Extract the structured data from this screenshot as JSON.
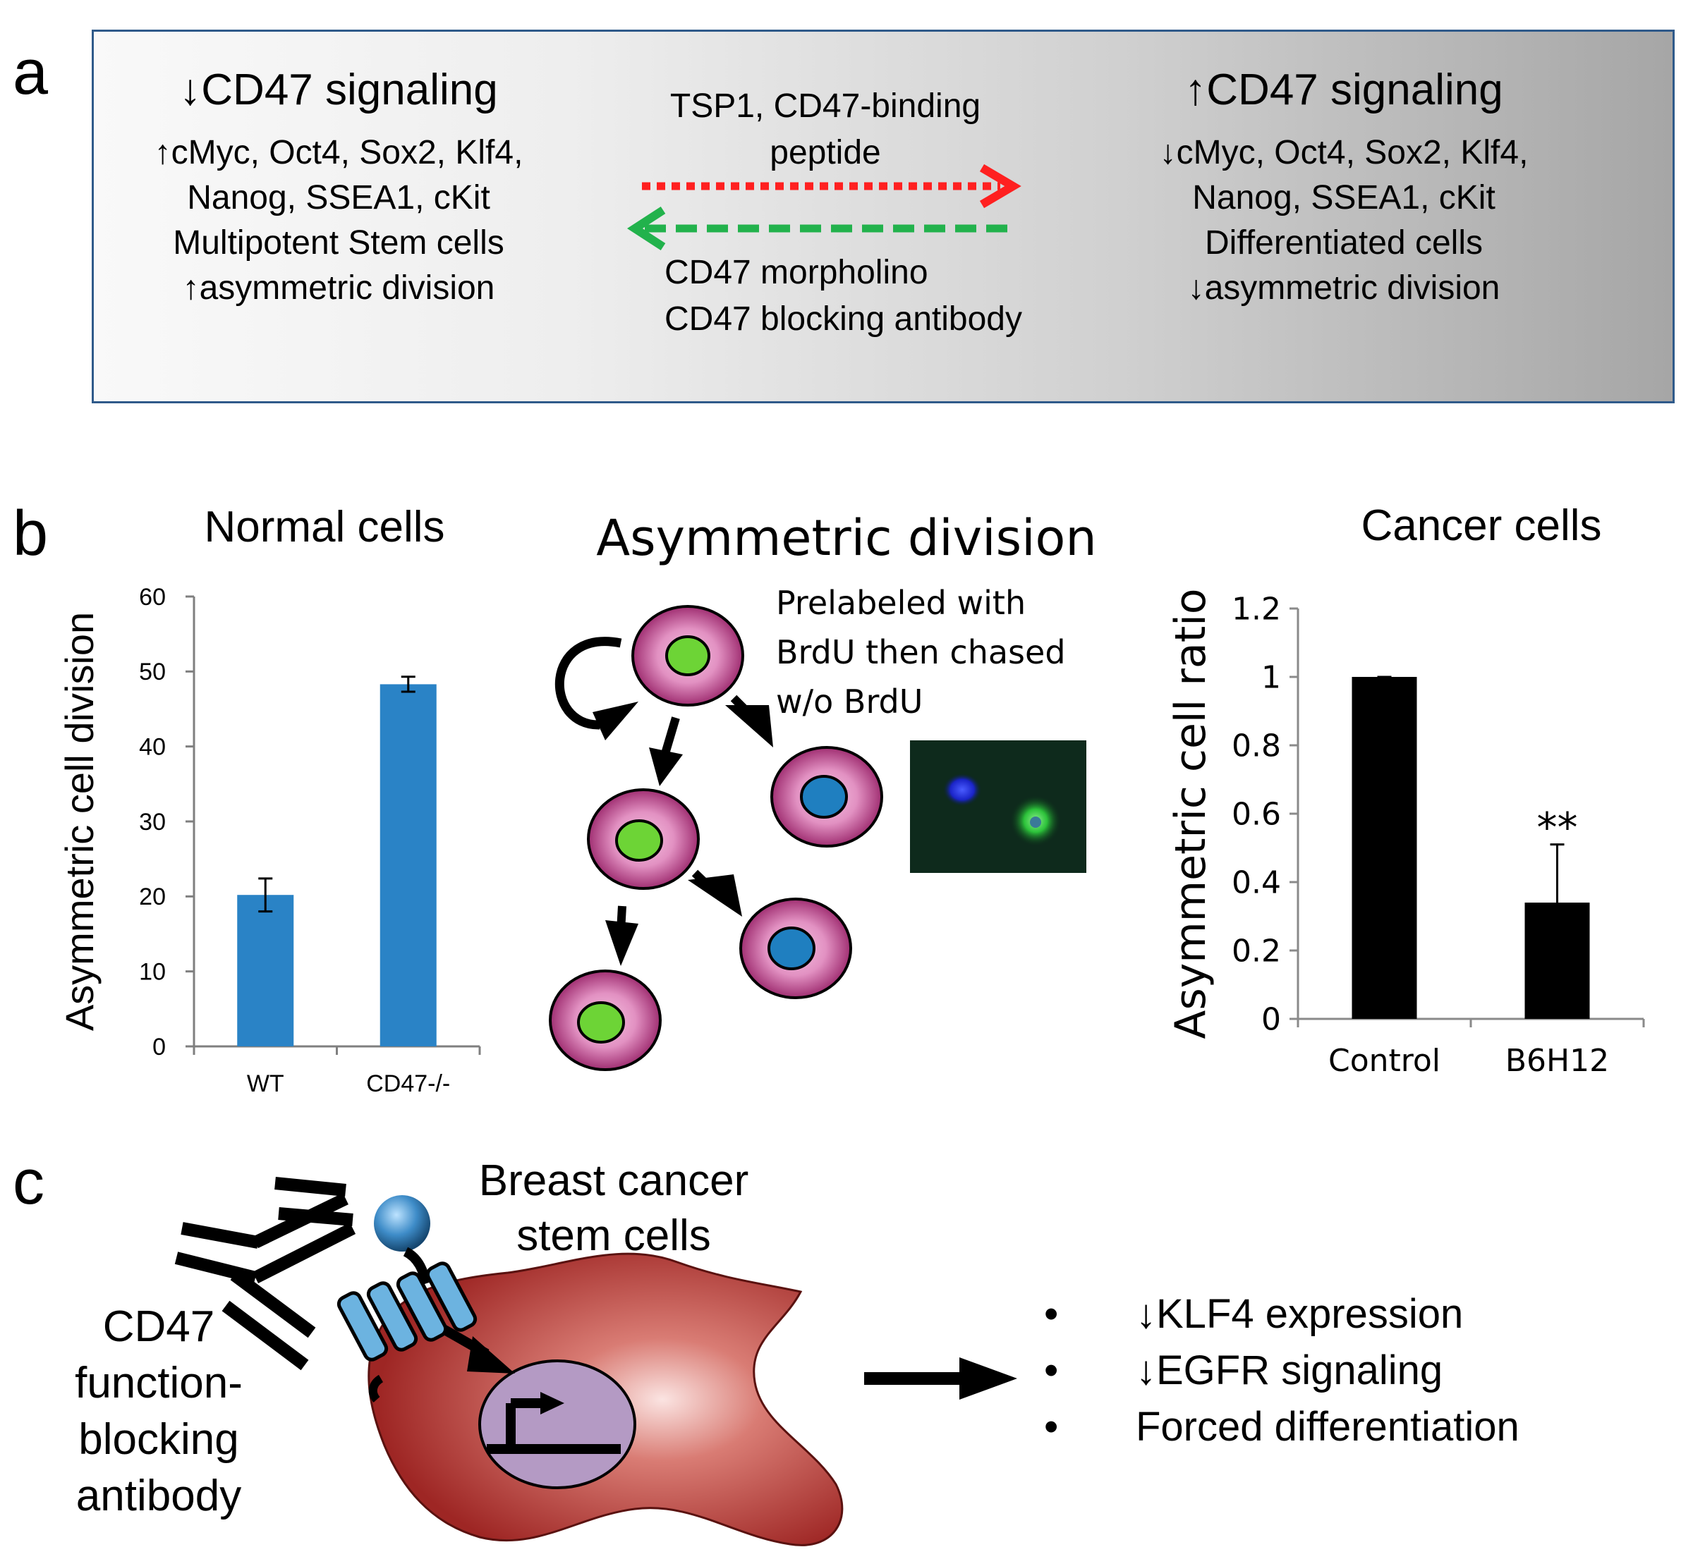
{
  "panel_a": {
    "letter": "a",
    "left": {
      "title": "↓CD47 signaling",
      "lines": [
        "↑cMyc, Oct4, Sox2, Klf4,",
        "Nanog, SSEA1, cKit",
        "Multipotent  Stem cells",
        "↑asymmetric division"
      ]
    },
    "right": {
      "title": "↑CD47 signaling",
      "lines": [
        "↓cMyc, Oct4, Sox2, Klf4,",
        "Nanog, SSEA1, cKit",
        "Differentiated cells",
        "↓asymmetric division"
      ]
    },
    "top_label": [
      "TSP1, CD47-binding",
      "peptide"
    ],
    "bottom_label": [
      "CD47 morpholino",
      "CD47 blocking  antibody"
    ],
    "colors": {
      "red_arrow": "#ff2020",
      "green_arrow": "#22b24c",
      "box_border": "#2f5a8a"
    }
  },
  "panel_b": {
    "letter": "b",
    "diagram_title": "Asymmetric division",
    "diagram_note": [
      "Prelabeled with",
      "BrdU then chased",
      "w/o BrdU"
    ],
    "colors": {
      "cell_outer": "#b0357e",
      "cell_inner": "#e591c2",
      "green_nucleus": "#6dd436",
      "blue_nucleus": "#1f7fc0"
    }
  },
  "chart_data": [
    {
      "type": "bar",
      "title": "Normal cells",
      "ylabel": "Asymmetric cell division",
      "categories": [
        "WT",
        "CD47-/-"
      ],
      "values": [
        20.2,
        48.3
      ],
      "errors": [
        2.2,
        1.0
      ],
      "ylim": [
        0,
        60
      ],
      "yticks": [
        "0",
        "10",
        "20",
        "30",
        "40",
        "50",
        "60"
      ],
      "color": "#2a83c6"
    },
    {
      "type": "bar",
      "title": "Cancer cells",
      "ylabel": "Asymmetric cell ratio",
      "categories": [
        "Control",
        "B6H12"
      ],
      "values": [
        1.0,
        0.34
      ],
      "errors": [
        0.0,
        0.17
      ],
      "ylim": [
        0,
        1.2
      ],
      "yticks": [
        "0",
        "0.2",
        "0.4",
        "0.6",
        "0.8",
        "1",
        "1.2"
      ],
      "annotation": "**",
      "color": "#000000"
    }
  ],
  "panel_c": {
    "letter": "c",
    "cell_label": [
      "Breast cancer",
      "stem cells"
    ],
    "antibody_label": [
      "CD47",
      "function-",
      "blocking",
      "antibody"
    ],
    "bullets": [
      "↓KLF4 expression",
      "↓EGFR signaling",
      "Forced differentiation"
    ],
    "bullet_mark": "•",
    "colors": {
      "cell_body": "#a9302e",
      "nucleus": "#b49ac4",
      "receptor": "#6cb3e0"
    }
  }
}
